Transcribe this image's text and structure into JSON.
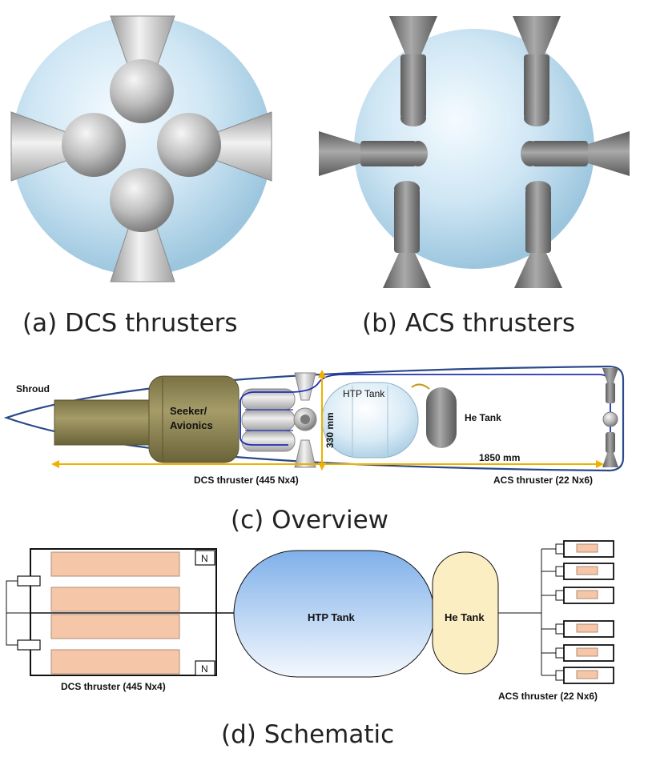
{
  "captions": {
    "a": "(a) DCS thrusters",
    "b": "(b) ACS thrusters",
    "c": "(c) Overview",
    "d": "(d) Schematic"
  },
  "overview": {
    "shroud": "Shroud",
    "seeker_line1": "Seeker/",
    "seeker_line2": "Avionics",
    "htp_tank": "HTP Tank",
    "he_tank": "He Tank",
    "height_dim": "330 mm",
    "length_dim": "1850 mm",
    "dcs_label": "DCS thruster (445 Nx4)",
    "acs_label": "ACS thruster (22 Nx6)"
  },
  "schematic": {
    "htp_tank": "HTP Tank",
    "he_tank": "He Tank",
    "n_top": "N",
    "n_bottom": "N",
    "dcs_label": "DCS thruster (445 Nx4)",
    "acs_label": "ACS thruster (22 Nx6)"
  },
  "colors": {
    "shroud_outline": "#2b4a8a",
    "dimension_line": "#f0b000",
    "seeker_body": "#8c8454",
    "dcs_pad": "#f5c7a8",
    "htp_fill_top": "#7fb0ea",
    "he_fill": "#fbeec3"
  }
}
